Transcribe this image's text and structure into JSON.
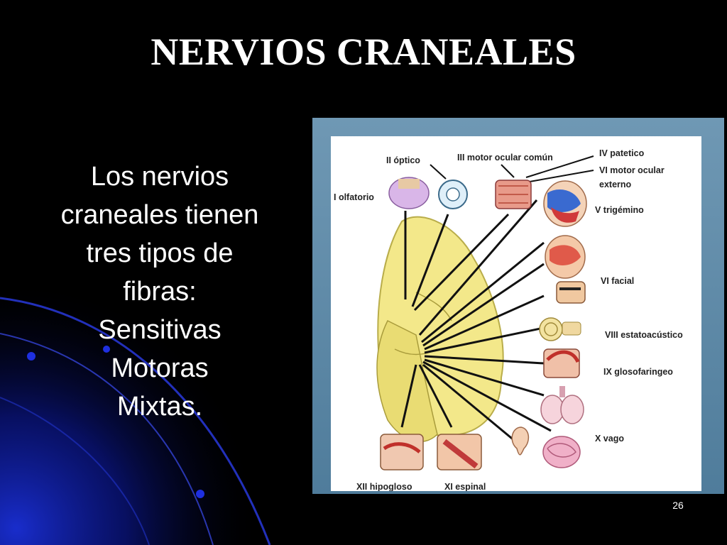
{
  "slide": {
    "title": "NERVIOS CRANEALES",
    "body_lines": [
      "Los nervios",
      "craneales tienen",
      "tres tipos de",
      "fibras:",
      "Sensitivas",
      "Motoras",
      "Mixtas."
    ],
    "page_number": "26",
    "colors": {
      "background": "#000000",
      "accent": "#1a2fd6",
      "text": "#ffffff"
    }
  },
  "diagram": {
    "labels": {
      "optico": "II óptico",
      "motor_ocular_comun": "III motor ocular común",
      "patetico": "IV patetico",
      "motor_ocular_externo_1": "VI motor ocular",
      "motor_ocular_externo_2": "externo",
      "olfatorio": "I olfatorio",
      "trigemino": "V trigémino",
      "facial": "VI facial",
      "estatoacustico": "VIII estatoacústico",
      "glosofaringeo": "IX glosofaringeo",
      "vago": "X vago",
      "hipogloso": "XII hipogloso",
      "espinal": "XI espinal"
    }
  }
}
